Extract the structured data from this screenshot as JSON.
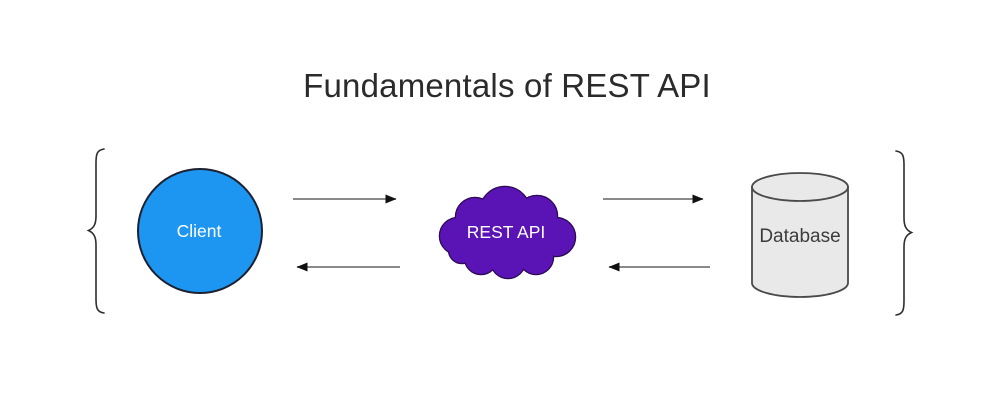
{
  "title": "Fundamentals of REST API",
  "diagram": {
    "nodes": [
      {
        "id": "client",
        "label": "Client",
        "shape": "circle",
        "fill": "#1D96F2",
        "stroke": "#1B2133",
        "text_color": "#FFFFFF"
      },
      {
        "id": "rest-api",
        "label": "REST API",
        "shape": "cloud",
        "fill": "#5A13B5",
        "stroke": "#2D0A55",
        "text_color": "#FFFFFF"
      },
      {
        "id": "database",
        "label": "Database",
        "shape": "cylinder",
        "fill": "#E9E9E9",
        "stroke": "#4A4A4A",
        "text_color": "#3C3C3C"
      }
    ],
    "edges": [
      {
        "from": "client",
        "to": "rest-api"
      },
      {
        "from": "rest-api",
        "to": "client"
      },
      {
        "from": "rest-api",
        "to": "database"
      },
      {
        "from": "database",
        "to": "rest-api"
      }
    ],
    "brackets": {
      "left": "{",
      "right": "}"
    }
  },
  "colors": {
    "background": "#FFFFFF",
    "title_text": "#2B2B2B",
    "arrow_line": "#7A7A7A",
    "arrow_head": "#111111",
    "brace": "#2E2E2E"
  }
}
